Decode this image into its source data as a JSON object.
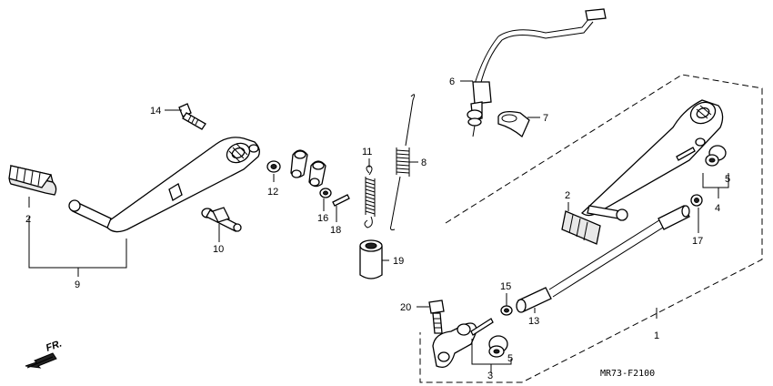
{
  "callouts": [
    {
      "id": "p1",
      "label": "1"
    },
    {
      "id": "p2a",
      "label": "2"
    },
    {
      "id": "p2b",
      "label": "2"
    },
    {
      "id": "p3",
      "label": "3"
    },
    {
      "id": "p4",
      "label": "4"
    },
    {
      "id": "p5a",
      "label": "5"
    },
    {
      "id": "p5b",
      "label": "5"
    },
    {
      "id": "p6",
      "label": "6"
    },
    {
      "id": "p7",
      "label": "7"
    },
    {
      "id": "p8",
      "label": "8"
    },
    {
      "id": "p9",
      "label": "9"
    },
    {
      "id": "p10",
      "label": "10"
    },
    {
      "id": "p11",
      "label": "11"
    },
    {
      "id": "p12",
      "label": "12"
    },
    {
      "id": "p13",
      "label": "13"
    },
    {
      "id": "p14",
      "label": "14"
    },
    {
      "id": "p15",
      "label": "15"
    },
    {
      "id": "p16",
      "label": "16"
    },
    {
      "id": "p17",
      "label": "17"
    },
    {
      "id": "p18",
      "label": "18"
    },
    {
      "id": "p19",
      "label": "19"
    },
    {
      "id": "p20",
      "label": "20"
    }
  ],
  "direction_label": "FR.",
  "diagram_code": "MR73-F2100",
  "icons": {
    "direction": "front-arrow-icon"
  }
}
